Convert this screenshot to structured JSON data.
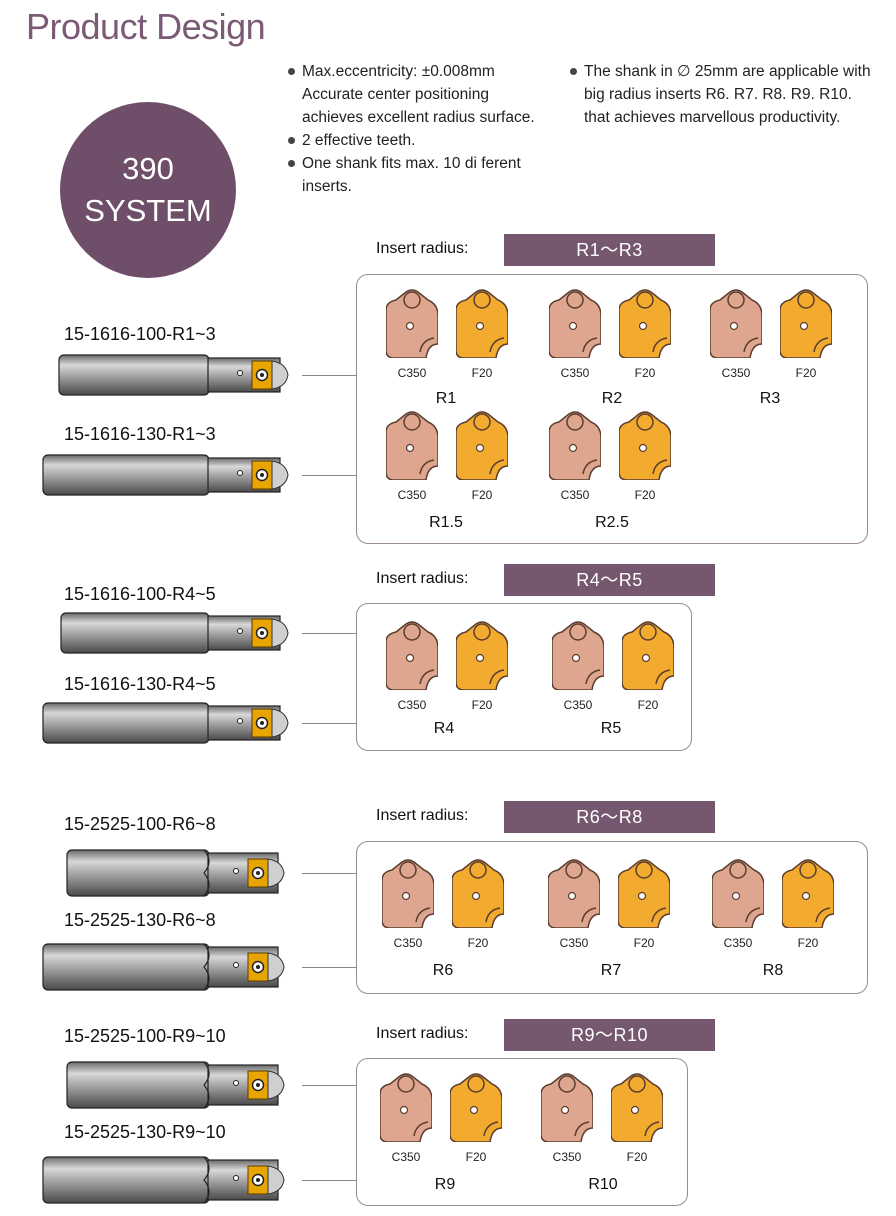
{
  "title": "Product Design",
  "badge": {
    "line1": "390",
    "line2": "SYSTEM"
  },
  "features_left": [
    {
      "line1": "Max.eccentricity: ±0.008mm",
      "line2": "Accurate center positioning",
      "line3": "achieves excellent radius surface."
    },
    {
      "line1": "2 effective teeth."
    },
    {
      "line1": "One shank fits max. 10 di ferent",
      "line2": "inserts."
    }
  ],
  "features_right": {
    "line1": "The shank in ∅ 25mm are applicable with",
    "line2": "big radius inserts R6. R7. R8. R9. R10.",
    "line3": "that achieves marvellous productivity."
  },
  "insert_radius_label": "Insert radius:",
  "colors": {
    "accent": "#75586f",
    "c350": "#dea68e",
    "f20": "#f2ab2e",
    "panel_border": "#9a8a96"
  },
  "groups": [
    {
      "range": "R1～R3",
      "tools": [
        "15-1616-100-R1~3",
        "15-1616-130-R1~3"
      ],
      "radii": [
        {
          "name": "R1",
          "inserts": [
            "C350",
            "F20"
          ]
        },
        {
          "name": "R2",
          "inserts": [
            "C350",
            "F20"
          ]
        },
        {
          "name": "R3",
          "inserts": [
            "C350",
            "F20"
          ]
        },
        {
          "name": "R1.5",
          "inserts": [
            "C350",
            "F20"
          ]
        },
        {
          "name": "R2.5",
          "inserts": [
            "C350",
            "F20"
          ]
        }
      ]
    },
    {
      "range": "R4～R5",
      "tools": [
        "15-1616-100-R4~5",
        "15-1616-130-R4~5"
      ],
      "radii": [
        {
          "name": "R4",
          "inserts": [
            "C350",
            "F20"
          ]
        },
        {
          "name": "R5",
          "inserts": [
            "C350",
            "F20"
          ]
        }
      ]
    },
    {
      "range": "R6～R8",
      "tools": [
        "15-2525-100-R6~8",
        "15-2525-130-R6~8"
      ],
      "radii": [
        {
          "name": "R6",
          "inserts": [
            "C350",
            "F20"
          ]
        },
        {
          "name": "R7",
          "inserts": [
            "C350",
            "F20"
          ]
        },
        {
          "name": "R8",
          "inserts": [
            "C350",
            "F20"
          ]
        }
      ]
    },
    {
      "range": "R9～R10",
      "tools": [
        "15-2525-100-R9~10",
        "15-2525-130-R9~10"
      ],
      "radii": [
        {
          "name": "R9",
          "inserts": [
            "C350",
            "F20"
          ]
        },
        {
          "name": "R10",
          "inserts": [
            "C350",
            "F20"
          ]
        }
      ]
    }
  ]
}
